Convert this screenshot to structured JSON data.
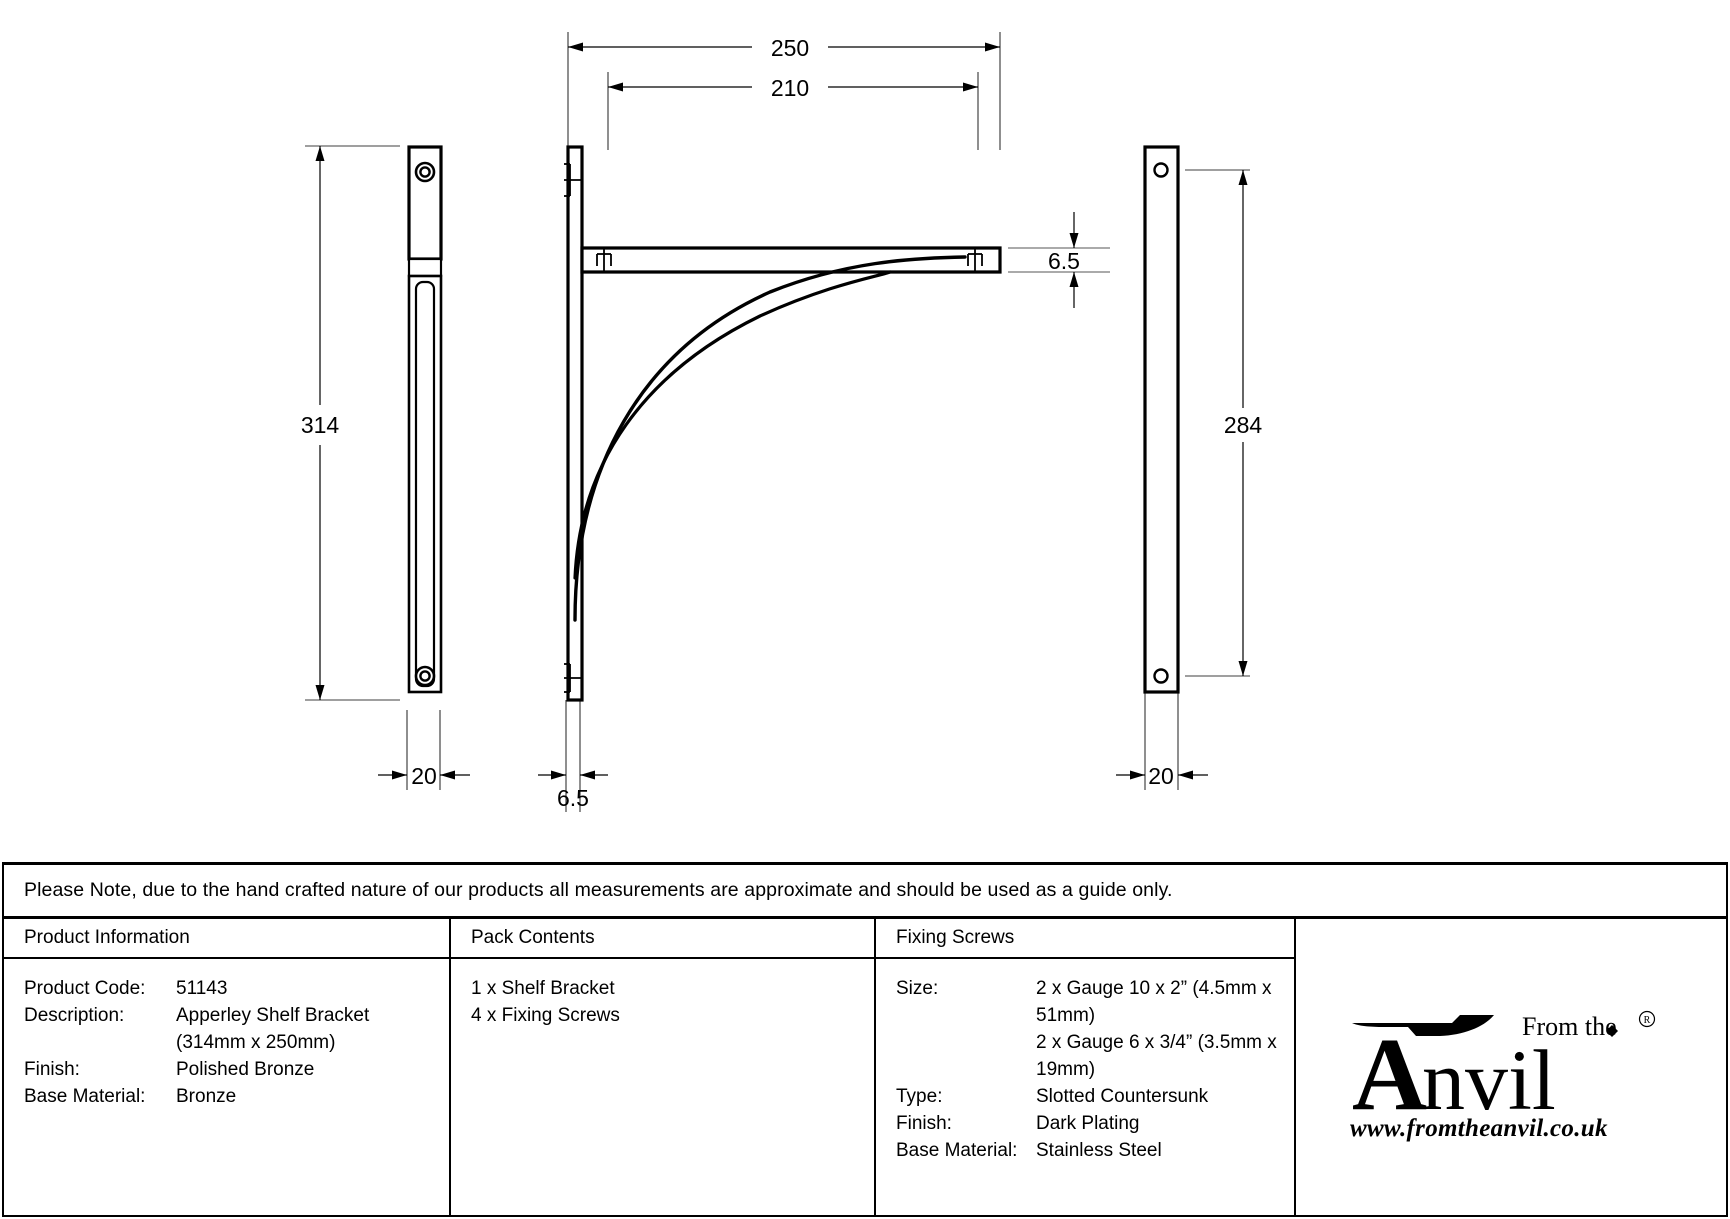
{
  "drawing": {
    "title": "Apperley Shelf Bracket technical drawing",
    "dimensions": {
      "overall_depth": "250",
      "shelf_depth": "210",
      "overall_height": "314",
      "back_plate_height": "284",
      "thickness_top": "6.5",
      "thickness_bottom": "6.5",
      "width_left": "20",
      "width_right": "20"
    },
    "units_note": "mm"
  },
  "chart_data": {
    "type": "table",
    "title": "Apperley Shelf Bracket dimensioned drawing",
    "labels": [
      "250",
      "210",
      "314",
      "284",
      "6.5",
      "6.5",
      "20",
      "20"
    ]
  },
  "note": {
    "text": "Please Note, due to the hand crafted nature of our products all measurements are approximate and should be used as a guide only."
  },
  "columns": {
    "product": {
      "heading": "Product Information",
      "rows": [
        {
          "key": "Product Code:",
          "value": "51143"
        },
        {
          "key": "Description:",
          "value": "Apperley Shelf Bracket"
        },
        {
          "key": "",
          "value": "(314mm x 250mm)"
        },
        {
          "key": "Finish:",
          "value": "Polished Bronze"
        },
        {
          "key": "Base Material:",
          "value": "Bronze"
        }
      ]
    },
    "pack": {
      "heading": "Pack Contents",
      "lines": [
        "1 x Shelf Bracket",
        "4 x Fixing Screws"
      ]
    },
    "screws": {
      "heading": "Fixing Screws",
      "rows": [
        {
          "key": "Size:",
          "value": "2 x Gauge 10 x 2” (4.5mm x 51mm)"
        },
        {
          "key": "",
          "value": "2 x Gauge 6 x 3/4” (3.5mm x 19mm)"
        },
        {
          "key": "Type:",
          "value": "Slotted Countersunk"
        },
        {
          "key": "Finish:",
          "value": "Dark Plating"
        },
        {
          "key": "Base Material:",
          "value": "Stainless Steel"
        }
      ]
    },
    "logo": {
      "from_the": "From the",
      "wordmark": "Anvil",
      "registered": "®",
      "website": "www.fromtheanvil.co.uk"
    }
  },
  "colors": {
    "ink": "#000000",
    "paper": "#ffffff",
    "thin_line": "#555555"
  }
}
